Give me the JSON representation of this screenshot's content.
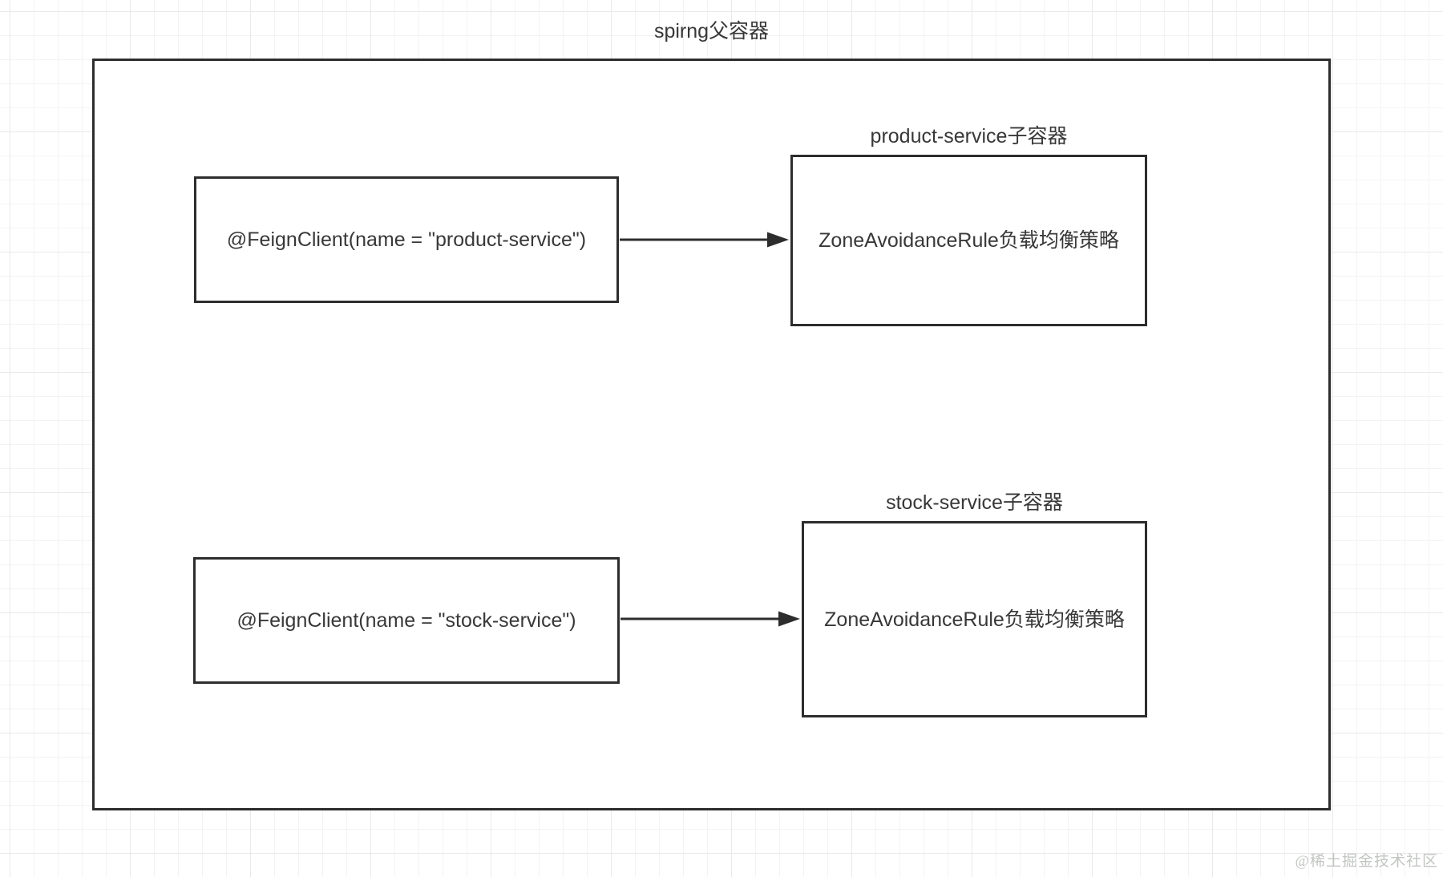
{
  "parent_container_label": "spirng父容器",
  "rows": [
    {
      "feign_client_label": "@FeignClient(name = \"product-service\")",
      "child_container_label": "product-service子容器",
      "rule_label": "ZoneAvoidanceRule负载均衡策略"
    },
    {
      "feign_client_label": "@FeignClient(name = \"stock-service\")",
      "child_container_label": "stock-service子容器",
      "rule_label": "ZoneAvoidanceRule负载均衡策略"
    }
  ],
  "watermark": "@稀土掘金技术社区",
  "colors": {
    "border": "#2d2d2d",
    "text": "#383838",
    "arrow": "#2d2d2d",
    "watermark": "#c2c6c2",
    "grid-minor": "#f3f3f3",
    "grid-major": "#e9e9e9",
    "canvas": "#ffffff"
  }
}
